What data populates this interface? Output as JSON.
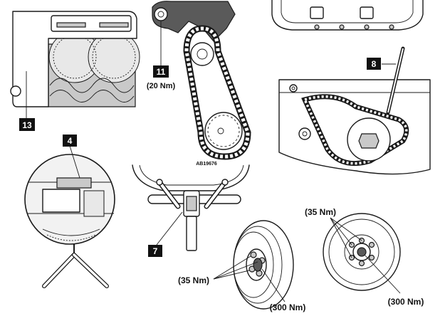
{
  "callouts": {
    "c13": "13",
    "c11": "11",
    "c8": "8",
    "c4": "4",
    "c7": "7"
  },
  "torques": {
    "t20": "(20 Nm)",
    "t35_left": "(35 Nm)",
    "t300_left": "(300 Nm)",
    "t35_right": "(35 Nm)",
    "t300_right": "(300 Nm)"
  },
  "reference_code": "AB19676"
}
